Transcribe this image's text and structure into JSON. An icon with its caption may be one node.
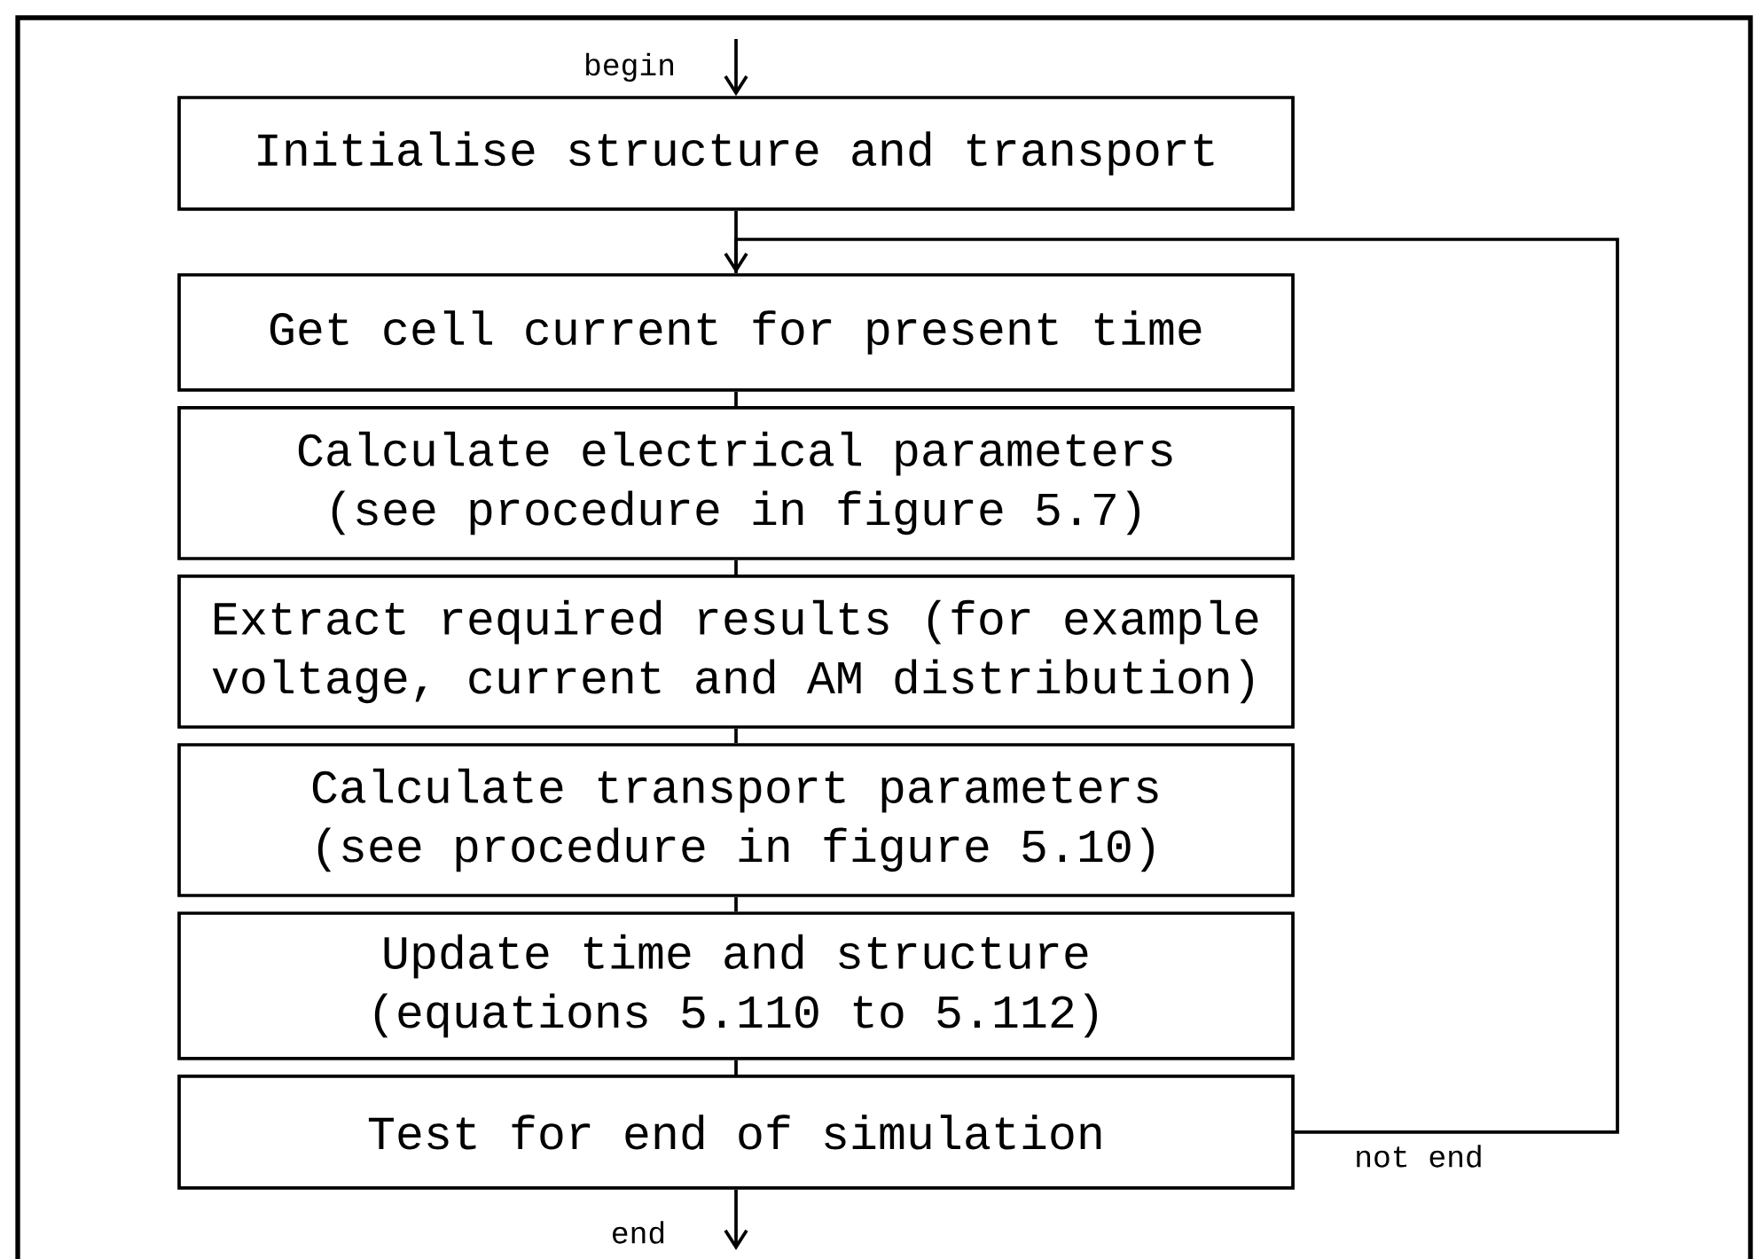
{
  "diagram": {
    "nodes": [
      {
        "text": [
          "Initialise structure and transport"
        ]
      },
      {
        "text": [
          "Get cell current for present time"
        ]
      },
      {
        "text": [
          "Calculate electrical parameters (see procedure in figure 5.7)"
        ]
      },
      {
        "text": [
          "Extract required results (for example voltage, current and AM distribution)"
        ]
      },
      {
        "text": [
          "Calculate transport parameters (see procedure in figure 5.10)"
        ]
      },
      {
        "text": [
          "Update time and structure (equations 5.110 to 5.112)"
        ]
      },
      {
        "text": [
          "Test for end of simulation"
        ]
      }
    ],
    "edges": [
      {
        "from": null,
        "to": 0,
        "arrow": "to",
        "label": "begin"
      },
      {
        "from": 0,
        "to": 1,
        "arrow": "none"
      },
      {
        "from": 1,
        "to": 2,
        "arrow": "none"
      },
      {
        "from": 2,
        "to": 3,
        "arrow": "none"
      },
      {
        "from": 3,
        "to": 4,
        "arrow": "none"
      },
      {
        "from": 4,
        "to": 5,
        "arrow": "none"
      },
      {
        "from": 5,
        "to": 6,
        "arrow": "none"
      },
      {
        "from": 6,
        "to": 1,
        "arrow": "to",
        "label": "not end"
      },
      {
        "from": 6,
        "to": null,
        "arrow": "to",
        "label": "end"
      }
    ]
  }
}
